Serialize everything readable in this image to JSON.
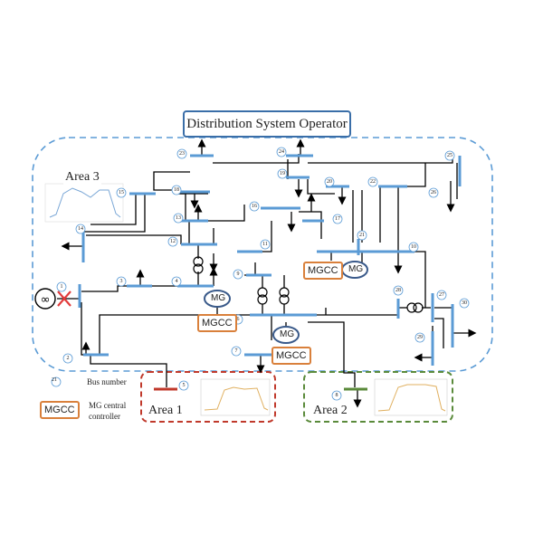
{
  "title": "Distribution System Operator",
  "areas": {
    "area1": "Area 1",
    "area2": "Area 2",
    "area3": "Area 3"
  },
  "mgcc_label": "MGCC",
  "mg_label": "MG",
  "legend": {
    "bus_number_sample": "21",
    "bus_number_text": "Bus number",
    "mgcc_text_line1": "MG central",
    "mgcc_text_line2": "controller"
  },
  "buses": [
    "1",
    "2",
    "3",
    "4",
    "5",
    "6",
    "7",
    "8",
    "9",
    "10",
    "11",
    "12",
    "13",
    "14",
    "15",
    "16",
    "17",
    "18",
    "19",
    "20",
    "21",
    "22",
    "23",
    "24",
    "25",
    "26",
    "27",
    "28",
    "29",
    "30"
  ],
  "colors": {
    "bus": "#5b9bd5",
    "area_boundary": "#5b9bd5",
    "area1_boundary": "#c0392b",
    "area2_boundary": "#5a8a3a",
    "mgcc_border": "#d9803b",
    "mg_border": "#3a5a8a",
    "fault_mark": "#e23b3b"
  }
}
